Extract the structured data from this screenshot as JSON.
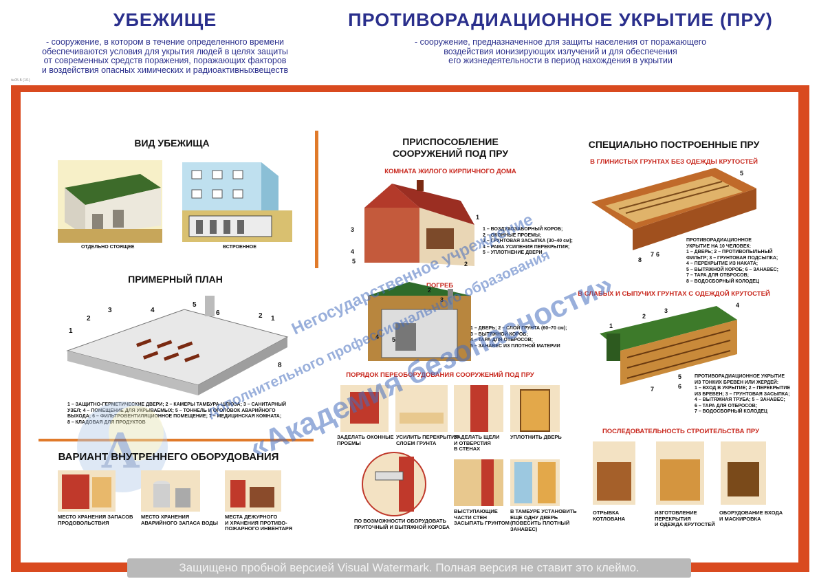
{
  "header": {
    "left_title": "УБЕЖИЩЕ",
    "left_desc": "- сооружение, в котором в течение определенного времени\nобеспечиваются условия для укрытия людей в целях защиты\nот современных средств поражения, поражающих факторов\nи воздействия опасных химических  и радиоактивныхвеществ",
    "right_title": "ПРОТИВОРАДИАЦИОННОЕ УКРЫТИЕ (ПРУ)",
    "right_desc": "- сооружение, предназначенное для защиты населения от поражающего\nвоздействия ионизирующих излучений и для обеспечения\nего жизнедеятельности в период нахождения в укрытии",
    "code": "№05-Б (1/1)"
  },
  "left": {
    "vid_title": "ВИД УБЕЖИЩА",
    "vid_captions": [
      "ОТДЕЛЬНО СТОЯЩЕЕ",
      "ВСТРОЕННОЕ"
    ],
    "plan_title": "ПРИМЕРНЫЙ ПЛАН",
    "plan_numbers": [
      "1",
      "2",
      "3",
      "4",
      "5",
      "6",
      "2",
      "1",
      "8"
    ],
    "plan_legend": "1 – ЗАЩИТНО-ГЕРМЕТИЧЕСКИЕ ДВЕРИ; 2 – КАМЕРЫ ТАМБУРА-ШЛЮЗА; 3 – САНИТАРНЫЙ\nУЗЕЛ; 4 – ПОМЕЩЕНИЕ ДЛЯ УКРЫВАЕМЫХ; 5 – ТОННЕЛЬ И ОГОЛОВОК АВАРИЙНОГО\nВЫХОДА; 6 – ФИЛЬТРОВЕНТИЛЯЦИОННОЕ ПОМЕЩЕНИЕ; 7 – МЕДИЦИНСКАЯ КОМНАТА;\n8 – КЛАДОВАЯ ДЛЯ ПРОДУКТОВ",
    "equip_title": "ВАРИАНТ ВНУТРЕННЕГО ОБОРУДОВАНИЯ",
    "equip_captions": [
      "МЕСТО ХРАНЕНИЯ ЗАПАСОВ\nПРОДОВОЛЬСТВИЯ",
      "МЕСТО ХРАНЕНИЯ\nАВАРИЙНОГО ЗАПАСА ВОДЫ",
      "МЕСТА ДЕЖУРНОГО\nИ ХРАНЕНИЯ ПРОТИВО-\nПОЖАРНОГО ИНВЕНТАРЯ"
    ]
  },
  "middle": {
    "adapt_title": "ПРИСПОСОБЛЕНИЕ\nСООРУЖЕНИЙ ПОД ПРУ",
    "room_sub": "КОМНАТА ЖИЛОГО КИРПИЧНОГО ДОМА",
    "room_legend": "1 – ВОЗДУХОЗАБОРНЫЙ КОРОБ;\n2 – ОКОННЫЕ ПРОЕМЫ;\n3 – ГРУНТОВАЯ ЗАСЫПКА (30–40 см);\n4 – РАМА УСИЛЕНИЯ ПЕРЕКРЫТИЯ;\n5 – УПЛОТНЕНИЕ  ДВЕРИ",
    "room_numbers": [
      "3",
      "4",
      "5",
      "1",
      "2"
    ],
    "cellar_sub": "ПОГРЕБ",
    "cellar_legend": "1 – ДВЕРЬ; 2 – СЛОЙ ГРУНТА (60–70 см);\n3 – ВЫТЯЖНОЙ КОРОБ;\n4 – ТАРА ДЛЯ ОТБРОСОВ;\n5 – ЗАНАВЕС ИЗ ПЛОТНОЙ МАТЕРИИ",
    "cellar_numbers": [
      "2",
      "3",
      "4",
      "5"
    ],
    "order_sub": "ПОРЯДОК ПЕРЕОБОРУДОВАНИЯ СООРУЖЕНИЙ ПОД ПРУ",
    "order_captions": [
      "ЗАДЕЛАТЬ ОКОННЫЕ\nПРОЕМЫ",
      "УСИЛИТЬ ПЕРЕКРЫТИЯ\nСЛОЕМ ГРУНТА",
      "ЗАДЕЛАТЬ ЩЕЛИ\nИ ОТВЕРСТИЯ\nВ СТЕНАХ",
      "УПЛОТНИТЬ ДВЕРЬ",
      "ПО ВОЗМОЖНОСТИ ОБОРУДОВАТЬ\nПРИТОЧНЫЙ И ВЫТЯЖНОЙ КОРОБА",
      "ВЫСТУПАЮЩИЕ\nЧАСТИ СТЕН\nЗАСЫПАТЬ ГРУНТОМ",
      "В ТАМБУРЕ УСТАНОВИТЬ\nЕЩЕ ОДНУ ДВЕРЬ\n(ПОВЕСИТЬ ПЛОТНЫЙ\nЗАНАВЕС)"
    ]
  },
  "right": {
    "special_title": "СПЕЦИАЛЬНО ПОСТРОЕННЫЕ ПРУ",
    "clay_sub": "В ГЛИНИСТЫХ ГРУНТАХ БЕЗ ОДЕЖДЫ КРУТОСТЕЙ",
    "clay_legend": "ПРОТИВОРАДИАЦИОННОЕ\nУКРЫТИЕ НА 10 ЧЕЛОВЕК:\n1 – ДВЕРЬ; 2 – ПРОТИВОПЫЛЬНЫЙ\nФИЛЬТР; 3 – ГРУНТОВАЯ ПОДСЫПКА;\n4 – ПЕРЕКРЫТИЕ ИЗ НАКАТА;\n5 – ВЫТЯЖНОЙ КОРОБ; 6 – ЗАНАВЕС;\n7 – ТАРА ДЛЯ ОТБРОСОВ;\n8 – ВОДОСБОРНЫЙ КОЛОДЕЦ",
    "clay_numbers": [
      "5",
      "8",
      "7",
      "6"
    ],
    "loose_sub": "В СЛАБЫХ И СЫПУЧИХ ГРУНТАХ С ОДЕЖДОЙ КРУТОСТЕЙ",
    "loose_legend": "ПРОТИВОРАДИАЦИОННОЕ УКРЫТИЕ\nИЗ ТОНКИХ БРЕВЕН ИЛИ ЖЕРДЕЙ:\n1 – ВХОД В УКРЫТИЕ; 2 – ПЕРЕКРЫТИЕ\nИЗ БРЕВЕН; 3 – ГРУНТОВАЯ ЗАСЫПКА;\n4 – ВЫТЯЖНАЯ ТРУБА; 5 – ЗАНАВЕС;\n6 – ТАРА ДЛЯ ОТБРОСОВ;\n7 – ВОДОСБОРНЫЙ КОЛОДЕЦ",
    "loose_numbers": [
      "1",
      "2",
      "3",
      "4",
      "5",
      "6",
      "7"
    ],
    "seq_sub": "ПОСЛЕДОВАТЕЛЬНОСТЬ СТРОИТЕЛЬСТВА ПРУ",
    "seq_captions": [
      "ОТРЫВКА\nКОТЛОВАНА",
      "ИЗГОТОВЛЕНИЕ\nПЕРЕКРЫТИЯ\nИ ОДЕЖДА КРУТОСТЕЙ",
      "ОБОРУДОВАНИЕ  ВХОДА\nИ  МАСКИРОВКА"
    ]
  },
  "watermarks": {
    "line1": "Негосударственное учреждение",
    "line2": "дополнительного профессионального образования",
    "line3": "«Академия безопасности»",
    "bottom": "Защищено пробной версией Visual Watermark. Полная версия не ставит это клеймо."
  },
  "colors": {
    "title_blue": "#2a2f8c",
    "frame_red": "#d94a1f",
    "accent_red": "#c8281e",
    "divider_orange": "#e07a2a"
  }
}
